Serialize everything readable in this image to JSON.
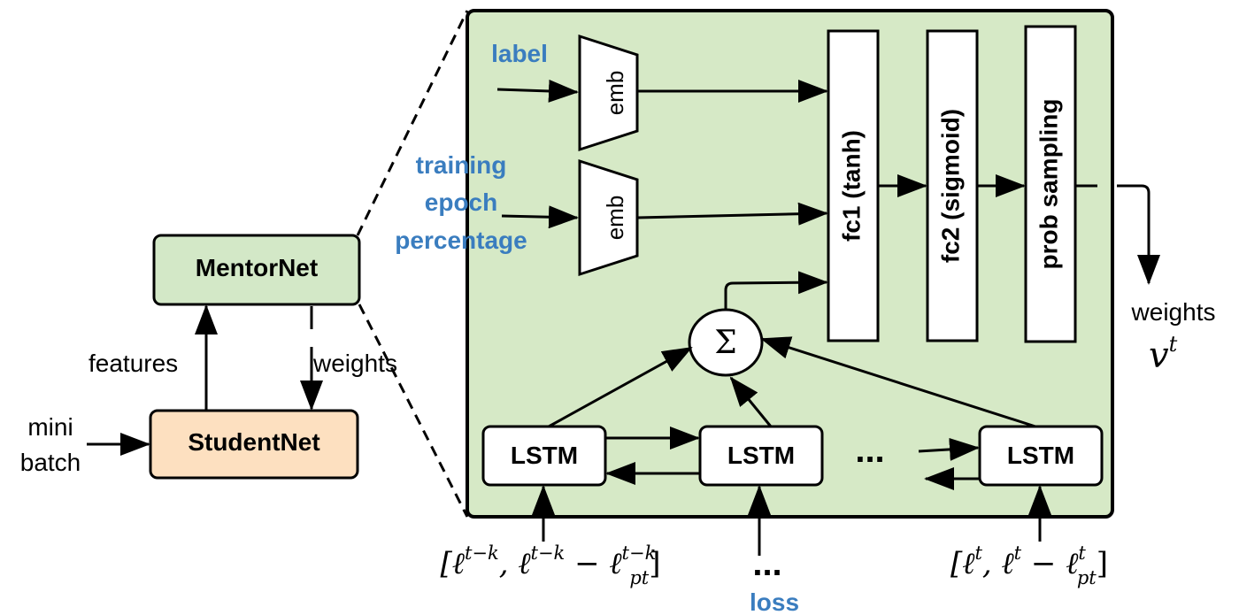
{
  "colors": {
    "panel": "#d6e9c6",
    "mentor": "#d3e8c7",
    "student": "#fde0c0",
    "accent_text": "#3a7dbf",
    "stroke": "#000000"
  },
  "mentornet": {
    "label": "MentorNet"
  },
  "studentnet": {
    "label": "StudentNet"
  },
  "left_labels": {
    "features": "features",
    "weights": "weights",
    "mini": "mini",
    "batch": "batch"
  },
  "inputs": {
    "label": "label",
    "epoch_line1": "training",
    "epoch_line2": "epoch",
    "epoch_line3": "percentage",
    "loss": "loss"
  },
  "blocks": {
    "emb1": "emb",
    "emb2": "emb",
    "fc1": "fc1 (tanh)",
    "fc2": "fc2 (sigmoid)",
    "sampling": "prob sampling",
    "sum": "Σ",
    "lstm1": "LSTM",
    "lstm2": "LSTM",
    "lstm3": "LSTM",
    "ellipsis": "..."
  },
  "output": {
    "weights": "weights",
    "symbol": "v",
    "symbol_sup": "t"
  },
  "math": {
    "left_open": "[ℓ",
    "left_sup1": "t−k",
    "left_mid": ", ℓ",
    "left_sup2": "t−k",
    "left_minus": " − ℓ",
    "left_sup3": "t−k",
    "left_sub3": "pt",
    "left_close": "]",
    "right_open": "[ℓ",
    "right_sup1": "t",
    "right_mid": ", ℓ",
    "right_sup2": "t",
    "right_minus": " − ℓ",
    "right_sup3": "t",
    "right_sub3": "pt",
    "right_close": "]",
    "dots": "..."
  }
}
